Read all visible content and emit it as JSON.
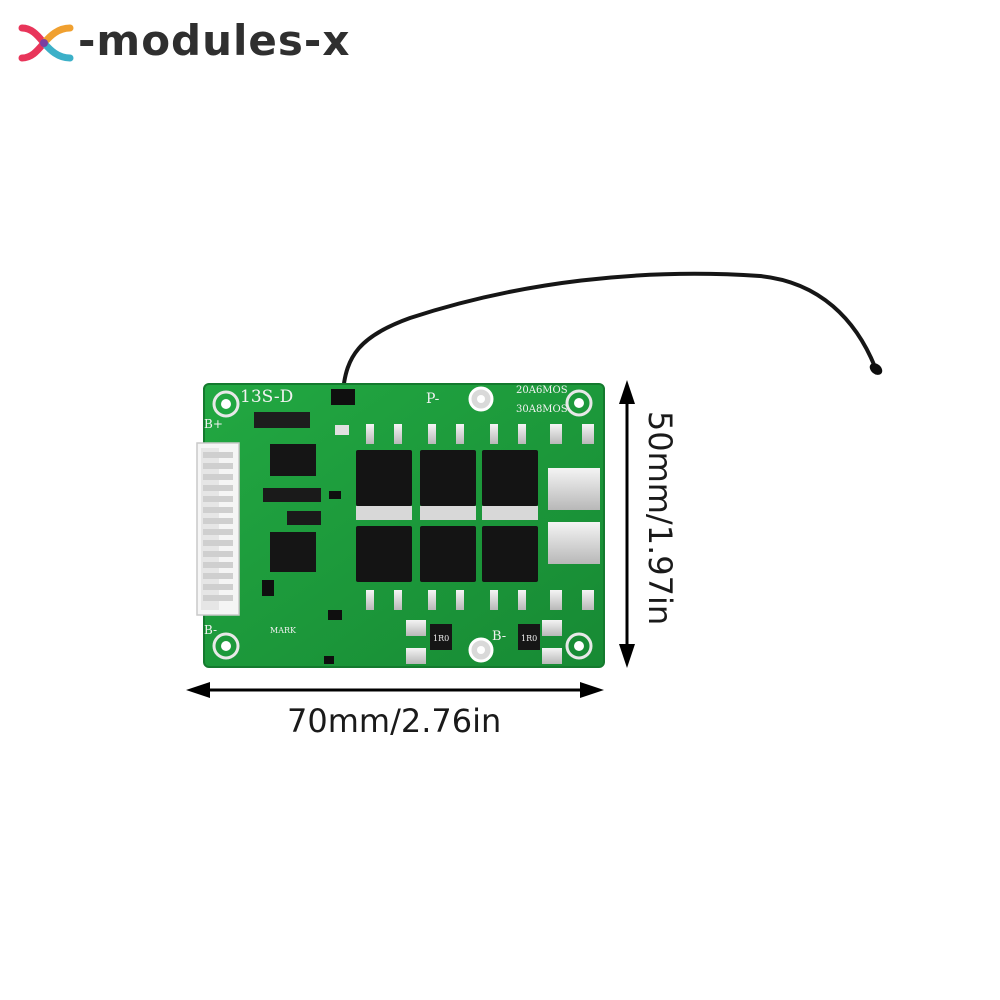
{
  "brand": {
    "name": "-modules-x",
    "logo_colors": [
      "#e8355a",
      "#f0a030",
      "#3cb0c8",
      "#7a3fa0"
    ]
  },
  "board": {
    "model_marking": "13S-D",
    "label_b_plus": "B+",
    "label_b_minus_left": "B-",
    "label_b_minus_bottom": "B-",
    "label_p_minus": "P-",
    "label_mos_20a": "20A6MOS",
    "label_mos_30a": "30A8MOS",
    "label_mark": "MARK",
    "label_resistor_1": "1R0",
    "label_resistor_2": "1R0",
    "pcb_color": "#1f9e3c"
  },
  "dimensions": {
    "width": "70mm/2.76in",
    "height": "50mm/1.97in"
  }
}
